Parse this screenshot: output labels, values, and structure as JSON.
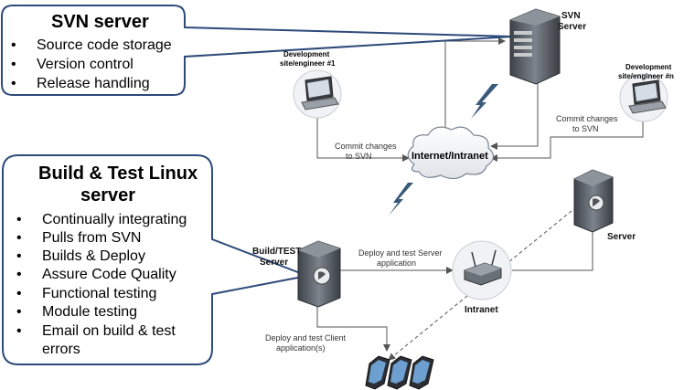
{
  "svn_callout": {
    "title": "SVN server",
    "items": [
      "Source code storage",
      "Version control",
      "Release handling"
    ]
  },
  "build_callout": {
    "title_line1": "Build & Test Linux",
    "title_line2": "server",
    "items": [
      "Continually integrating",
      "Pulls from SVN",
      "Builds & Deploy",
      "Assure Code Quality",
      "Functional testing",
      "Module testing",
      "Email on build & test",
      "errors"
    ]
  },
  "nodes": {
    "svn_server": {
      "line1": "SVN",
      "line2": "Server"
    },
    "dev1": {
      "line1": "Development",
      "line2": "site/engineer #1"
    },
    "devn": {
      "line1": "Development",
      "line2": "site/engineer #n"
    },
    "cloud": "Internet/Intranet",
    "build_server": {
      "line1": "Build/TEST",
      "line2": "Server"
    },
    "server": "Server",
    "intranet": "Intranet"
  },
  "edge_labels": {
    "commit1": {
      "line1": "Commit changes",
      "line2": "to SVN"
    },
    "commitn": {
      "line1": "Commit changes",
      "line2": "to SVN"
    },
    "deploy_server": {
      "line1": "Deploy and test Server",
      "line2": "application"
    },
    "deploy_client": {
      "line1": "Deploy and test Client",
      "line2": "application(s)"
    }
  },
  "colors": {
    "callout_border": "#2e4a7a",
    "server_body": "#5a5f66",
    "line": "#555555"
  }
}
